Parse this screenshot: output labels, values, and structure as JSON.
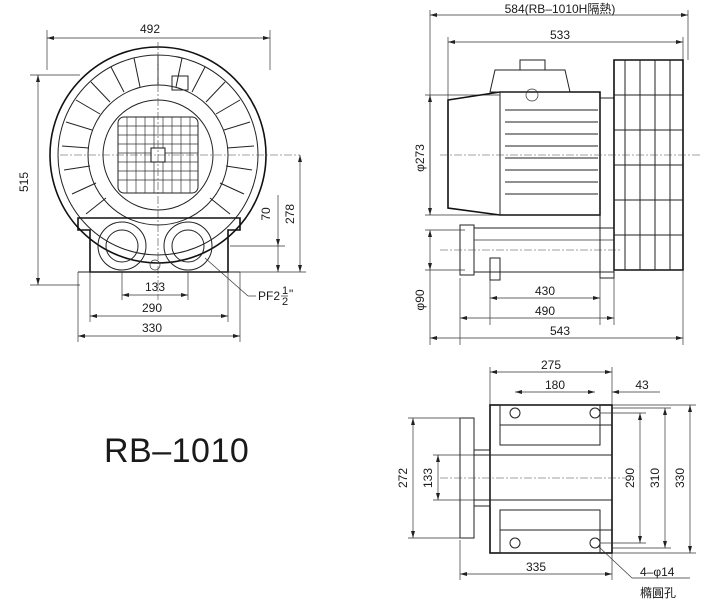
{
  "model": "RB–1010",
  "front_view": {
    "width_overall": "492",
    "height_overall": "515",
    "height_port": "70",
    "height_center": "278",
    "port_spacing": "133",
    "base_width": "290",
    "foot_width": "330",
    "thread": "PF2",
    "thread_num": "1",
    "thread_den": "2",
    "thread_mark": "\""
  },
  "side_view": {
    "length_overall": "584(RB–1010H隔熱)",
    "length_housing": "533",
    "motor_dia": "φ273",
    "port_dia": "φ90",
    "base_len": "430",
    "base_len2": "490",
    "base_len3": "543"
  },
  "base_view": {
    "width_top": "275",
    "hole_spacing": "180",
    "edge_offset": "43",
    "left_total": "272",
    "left_inner": "133",
    "right_inner": "290",
    "right_mid": "310",
    "right_total": "330",
    "bottom_len": "335",
    "holes": "4–φ14",
    "holes_note": "橢圓孔"
  }
}
